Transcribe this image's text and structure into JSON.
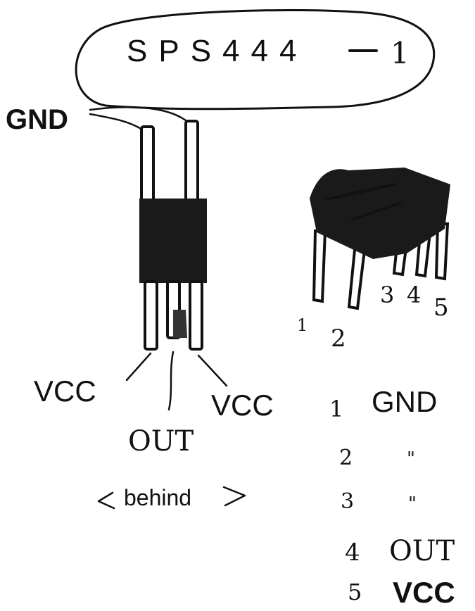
{
  "part_label": "SPS444",
  "part_suffix": "1",
  "top_view": {
    "gnd_label": "GND",
    "left_label": "VCC",
    "center_label": "OUT",
    "right_label": "VCC",
    "view_note": "behind"
  },
  "side_view": {
    "pin_numbers": [
      "1",
      "2",
      "3",
      "4",
      "5"
    ]
  },
  "pinout": [
    {
      "num": "1",
      "func": "GND"
    },
    {
      "num": "2",
      "func": "\""
    },
    {
      "num": "3",
      "func": "\""
    },
    {
      "num": "4",
      "func": "OUT"
    },
    {
      "num": "5",
      "func": "VCC"
    }
  ],
  "colors": {
    "ink": "#111111",
    "body": "#1a1a1a",
    "paper": "#ffffff"
  }
}
